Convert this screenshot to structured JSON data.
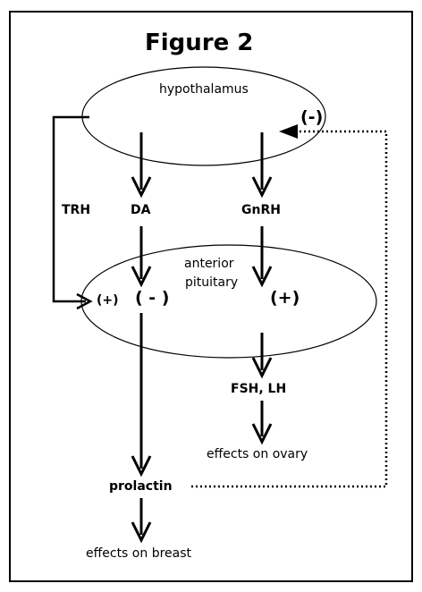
{
  "title": "Figure 2",
  "nodes": {
    "hypothalamus": "hypothalamus",
    "anterior_pituitary_line1": "anterior",
    "anterior_pituitary_line2": "pituitary",
    "effects_on_ovary": "effects on ovary",
    "effects_on_breast": "effects on breast"
  },
  "labels": {
    "trh": "TRH",
    "da": "DA",
    "gnrh": "GnRH",
    "fsh_lh": "FSH, LH",
    "prolactin": "prolactin"
  },
  "signs": {
    "hypothalamus_feedback": "(-)",
    "trh_effect": "(+)",
    "da_effect": "( - )",
    "gnrh_effect": "(+)"
  }
}
